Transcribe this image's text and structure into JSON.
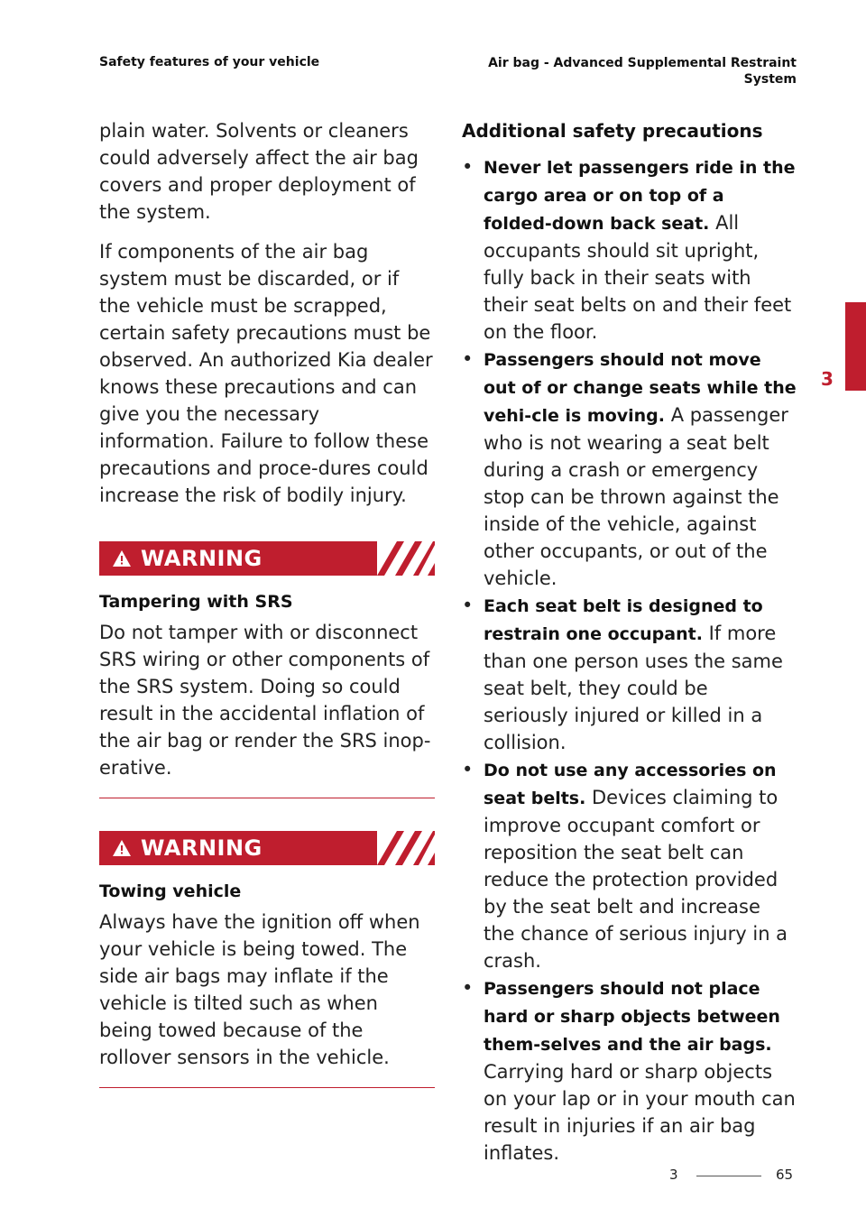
{
  "header": {
    "left": "Safety features of your vehicle",
    "right": "Air bag - Advanced Supplemental Restraint System"
  },
  "left_column": {
    "para1": "plain water. Solvents or cleaners could adversely affect the air bag covers and proper deployment of the system.",
    "para2": "If components of the air bag system must be discarded, or if the vehicle must be scrapped, certain safety precautions must be observed. An authorized Kia dealer knows these precautions and can give you the necessary information. Failure to follow these precautions and proce-dures could increase the risk of bodily injury.",
    "warning1": {
      "label": "WARNING",
      "title": "Tampering with SRS",
      "body": "Do not tamper with or disconnect SRS wiring or other components of the SRS system. Doing so could result in the accidental inflation of the air bag or render the SRS inop-erative."
    },
    "warning2": {
      "label": "WARNING",
      "title": "Towing vehicle",
      "body": "Always have the ignition off when your vehicle is being towed. The side air bags may inflate if the vehicle is tilted such as when being towed because of the rollover sensors in the vehicle."
    }
  },
  "right_column": {
    "title": "Additional safety precautions",
    "bullets": [
      {
        "lead": "Never let passengers ride in the cargo area or on top of a folded-down back seat.",
        "text": " All occupants should sit upright, fully back in their seats with their seat belts on and their feet on the floor."
      },
      {
        "lead": "Passengers should not move out of or change seats while the vehi-cle is moving.",
        "text": " A passenger who is not wearing a seat belt during a crash or emergency stop can be thrown against the inside of the vehicle, against other occupants, or out of the vehicle."
      },
      {
        "lead": "Each seat belt is designed to restrain one occupant.",
        "text": " If more than one person uses the same seat belt, they could be seriously injured or killed in a collision."
      },
      {
        "lead": "Do not use any accessories on seat belts.",
        "text": " Devices claiming to improve occupant comfort or reposition the seat belt can reduce the protection provided by the seat belt and increase the chance of serious injury in a crash."
      },
      {
        "lead": "Passengers should not place hard or sharp objects between them-selves and the air bags.",
        "text": " Carrying hard or sharp objects on your lap or in your mouth can result in injuries if an air bag inflates."
      }
    ]
  },
  "side_tab": {
    "chapter": "3"
  },
  "footer": {
    "chapter": "3",
    "page": "65"
  },
  "colors": {
    "accent": "#bf1e2e"
  },
  "icons": {
    "warning": "warning-triangle-icon"
  }
}
